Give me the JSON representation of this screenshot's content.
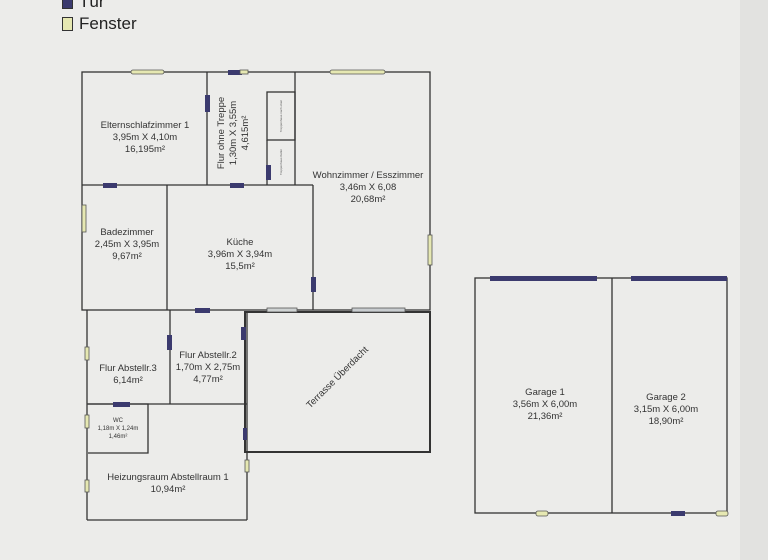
{
  "legend": {
    "door_label": "Tür",
    "window_label": "Fenster",
    "door_color": "#3b3a6e",
    "window_color": "#e6e8b2"
  },
  "rooms": {
    "eltern": {
      "name": "Elternschlafzimmer 1",
      "dims": "3,95m X 4,10m",
      "area": "16,195m²"
    },
    "flur": {
      "name": "Flur ohne Treppe",
      "dims": "1,30m X 3,55m",
      "area": "4,615m²"
    },
    "stair_up": {
      "name": "Treppenhaus nach oben"
    },
    "stair_down": {
      "name": "Treppenhaus Keller"
    },
    "wohn": {
      "name": "Wohnzimmer / Esszimmer",
      "dims": "3,46m X 6,08",
      "area": "20,68m²"
    },
    "bad": {
      "name": "Badezimmer",
      "dims": "2,45m X 3,95m",
      "area": "9,67m²"
    },
    "kueche": {
      "name": "Küche",
      "dims": "3,96m X 3,94m",
      "area": "15,5m²"
    },
    "abst3": {
      "name": "Flur Abstellr.3",
      "area": "6,14m²"
    },
    "abst2": {
      "name": "Flur Abstellr.2",
      "dims": "1,70m X 2,75m",
      "area": "4,77m²"
    },
    "terrasse": {
      "name": "Terrasse Überdacht"
    },
    "wc": {
      "name": "WC",
      "dims": "1,18m X 1,24m",
      "area": "1,46m²"
    },
    "heizung": {
      "name": "Heizungsraum Abstellraum 1",
      "area": "10,94m²"
    },
    "garage1": {
      "name": "Garage 1",
      "dims": "3,56m X 6,00m",
      "area": "21,36m²"
    },
    "garage2": {
      "name": "Garage 2",
      "dims": "3,15m X 6,00m",
      "area": "18,90m²"
    }
  }
}
